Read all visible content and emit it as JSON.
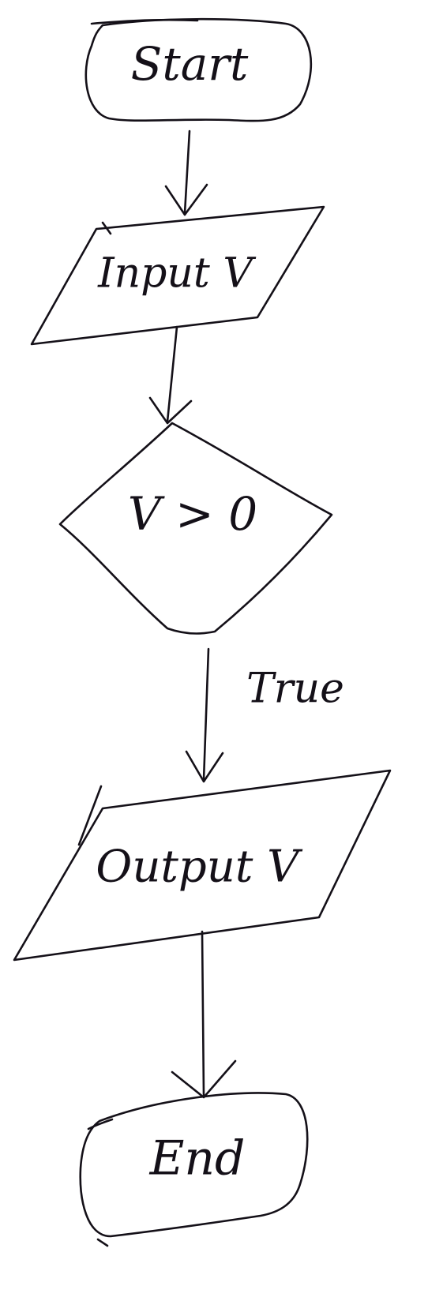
{
  "diagram": {
    "nodes": {
      "start": {
        "kind": "terminator",
        "label": "Start"
      },
      "input": {
        "kind": "input-output",
        "label": "Input V"
      },
      "condition": {
        "kind": "decision",
        "label": "V > 0"
      },
      "output": {
        "kind": "input-output",
        "label": "Output V"
      },
      "end": {
        "kind": "terminator",
        "label": "End"
      }
    },
    "edges": [
      {
        "from": "start",
        "to": "input",
        "label": ""
      },
      {
        "from": "input",
        "to": "condition",
        "label": ""
      },
      {
        "from": "condition",
        "to": "output",
        "label": "True"
      },
      {
        "from": "output",
        "to": "end",
        "label": ""
      }
    ],
    "edge_labels": {
      "true_branch": "True"
    },
    "ink_color": "#141018",
    "background_color": "#ffffff"
  }
}
